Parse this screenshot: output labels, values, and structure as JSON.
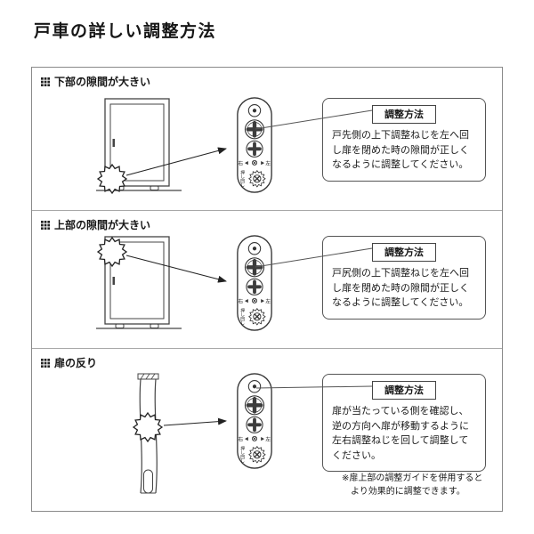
{
  "title": "戸車の詳しい調整方法",
  "roller": {
    "right_label": "右",
    "left_label": "左",
    "push_turn_label": "押し回し"
  },
  "sections": [
    {
      "heading": "下部の隙間が大きい",
      "callout_title": "調整方法",
      "callout_body": "戸先側の上下調整ねじを左へ回し扉を閉めた時の隙間が正しくなるように調整してください。"
    },
    {
      "heading": "上部の隙間が大きい",
      "callout_title": "調整方法",
      "callout_body": "戸尻側の上下調整ねじを左へ回し扉を閉めた時の隙間が正しくなるように調整してください。"
    },
    {
      "heading": "扉の反り",
      "callout_title": "調整方法",
      "callout_body": "扉が当たっている側を確認し、逆の方向へ扉が移動するように左右調整ねじを回して調整してください。",
      "note": "※扉上部の調整ガイドを併用すると\n　より効果的に調整できます。"
    }
  ]
}
